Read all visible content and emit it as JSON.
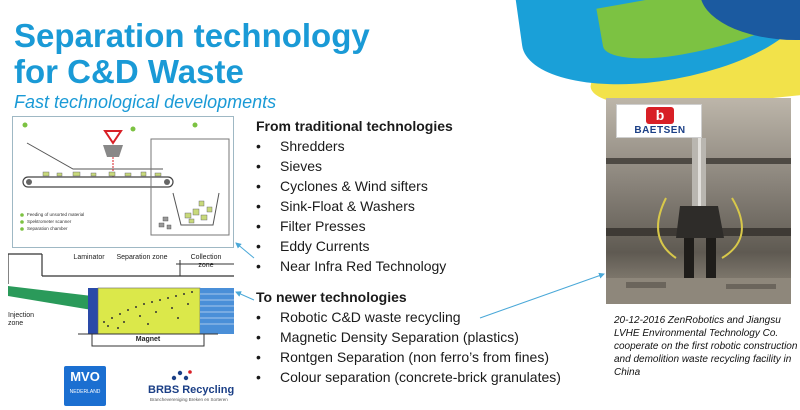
{
  "slide": {
    "title_line1": "Separation technology",
    "title_line2": "for C&D Waste",
    "subtitle": "Fast technological developments"
  },
  "traditional": {
    "heading": "From traditional technologies",
    "items": [
      "Shredders",
      "Sieves",
      "Cyclones & Wind sifters",
      "Sink-Float & Washers",
      "Filter Presses",
      "Eddy Currents",
      "Near Infra Red Technology"
    ]
  },
  "newer": {
    "heading": "To newer technologies",
    "items": [
      "Robotic C&D waste recycling",
      "Magnetic Density Separation (plastics)",
      "Rontgen Separation (non ferro’s from fines)",
      "Colour separation (concrete-brick granulates)"
    ]
  },
  "bullet_char": "•",
  "sorter_diagram": {
    "legend": [
      "Feeding of unsorted material",
      "Spektrometer scanner",
      "Separation chamber"
    ]
  },
  "mds_diagram": {
    "laminator": "Laminator",
    "separation_zone": "Separation zone",
    "collection_zone": "Collection zone",
    "injection_zone": "Injection zone",
    "magnet": "Magnet"
  },
  "photo": {
    "logo_text": "BAETSEN",
    "logo_mark": "b"
  },
  "caption": "20-12-2016 ZenRobotics and Jiangsu LVHE Environmental Technology Co. cooperate on the first robotic construction and demolition waste recycling facility in China",
  "logos": {
    "mvo_big": "MVO",
    "mvo_small": "NEDERLAND",
    "brbs_name": "BRBS Recycling",
    "brbs_sub": "Branchevereniging Breken en Sorteren"
  },
  "colors": {
    "title": "#1a9ad6",
    "accent_blue": "#1aa0d8",
    "accent_green": "#7cc242",
    "accent_yellow": "#f2e24a",
    "accent_navy": "#1b5aa0",
    "arrow": "#4aa8d8"
  }
}
